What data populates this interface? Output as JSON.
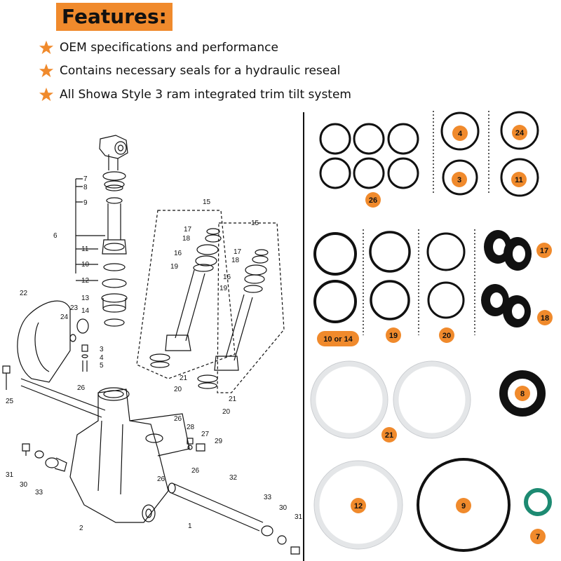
{
  "header": {
    "title": "Features:",
    "items": [
      "OEM specifications and performance",
      "Contains necessary seals for a hydraulic reseal",
      "All Showa Style 3 ram integrated trim tilt system"
    ]
  },
  "colors": {
    "accent": "#f08a2c",
    "ink": "#111111",
    "seal_white": "#e8eaec",
    "seal_green": "#1d8a72"
  },
  "diagram": {
    "labels": [
      "1",
      "2",
      "3",
      "4",
      "5",
      "6",
      "7",
      "8",
      "9",
      "10",
      "11",
      "12",
      "13",
      "14",
      "15",
      "16",
      "17",
      "18",
      "19",
      "20",
      "21",
      "22",
      "23",
      "24",
      "25",
      "26",
      "27",
      "28",
      "29",
      "30",
      "31",
      "32",
      "33"
    ]
  },
  "kit": {
    "badges": [
      "4",
      "24",
      "3",
      "11",
      "26",
      "17",
      "18",
      "10 or 14",
      "19",
      "20",
      "8",
      "21",
      "12",
      "9",
      "7"
    ]
  }
}
